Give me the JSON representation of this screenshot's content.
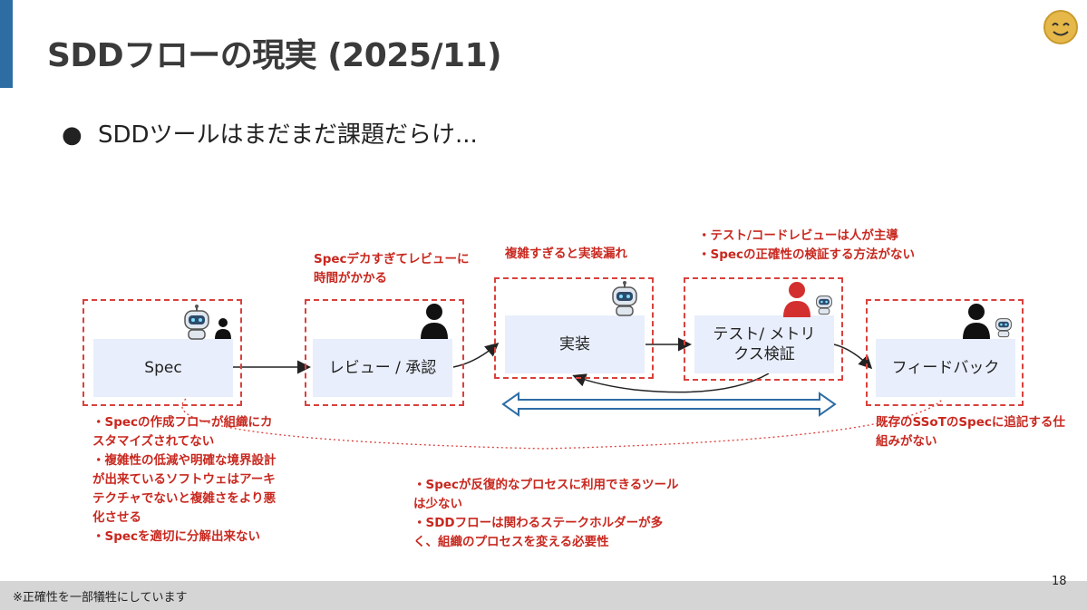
{
  "slide": {
    "title": "SDDフローの現実 (2025/11)",
    "bullet": "SDDツールはまだまだ課題だらけ...",
    "bullet_marker": "●",
    "page_number": "18",
    "footer_note": "※正確性を一部犠牲にしています"
  },
  "flow": {
    "steps": [
      {
        "label": "Spec"
      },
      {
        "label": "レビュー / 承認"
      },
      {
        "label": "実装"
      },
      {
        "label": "テスト/ メトリクス検証"
      },
      {
        "label": "フィードバック"
      }
    ]
  },
  "notes": {
    "review": "Specデカすぎてレビューに時間がかかる",
    "implement": "複雑すぎると実装漏れ",
    "test": [
      "・テスト/コードレビューは人が主導",
      "・Specの正確性の検証する方法がない"
    ],
    "feedback": "既存のSSoTのSpecに追記する仕組みがない",
    "spec": [
      "・Specの作成フローが組織にカスタマイズされてない",
      "・複雑性の低減や明確な境界設計が出来ているソフトウェはアーキテクチャでないと複雑さをより悪化させる",
      "・Specを適切に分解出来ない"
    ],
    "process": [
      "・Specが反復的なプロセスに利用できるツールは少ない",
      "・SDDフローは関わるステークホルダーが多く、組織のプロセスを変える必要性"
    ]
  },
  "colors": {
    "accent": "#2e6da4",
    "alert_red": "#c8281f",
    "box_fill": "#e8eefb",
    "dashed_border": "#d9413c"
  },
  "icons": [
    "robot-icon",
    "person-icon",
    "logo-icon",
    "double-arrow-icon"
  ]
}
